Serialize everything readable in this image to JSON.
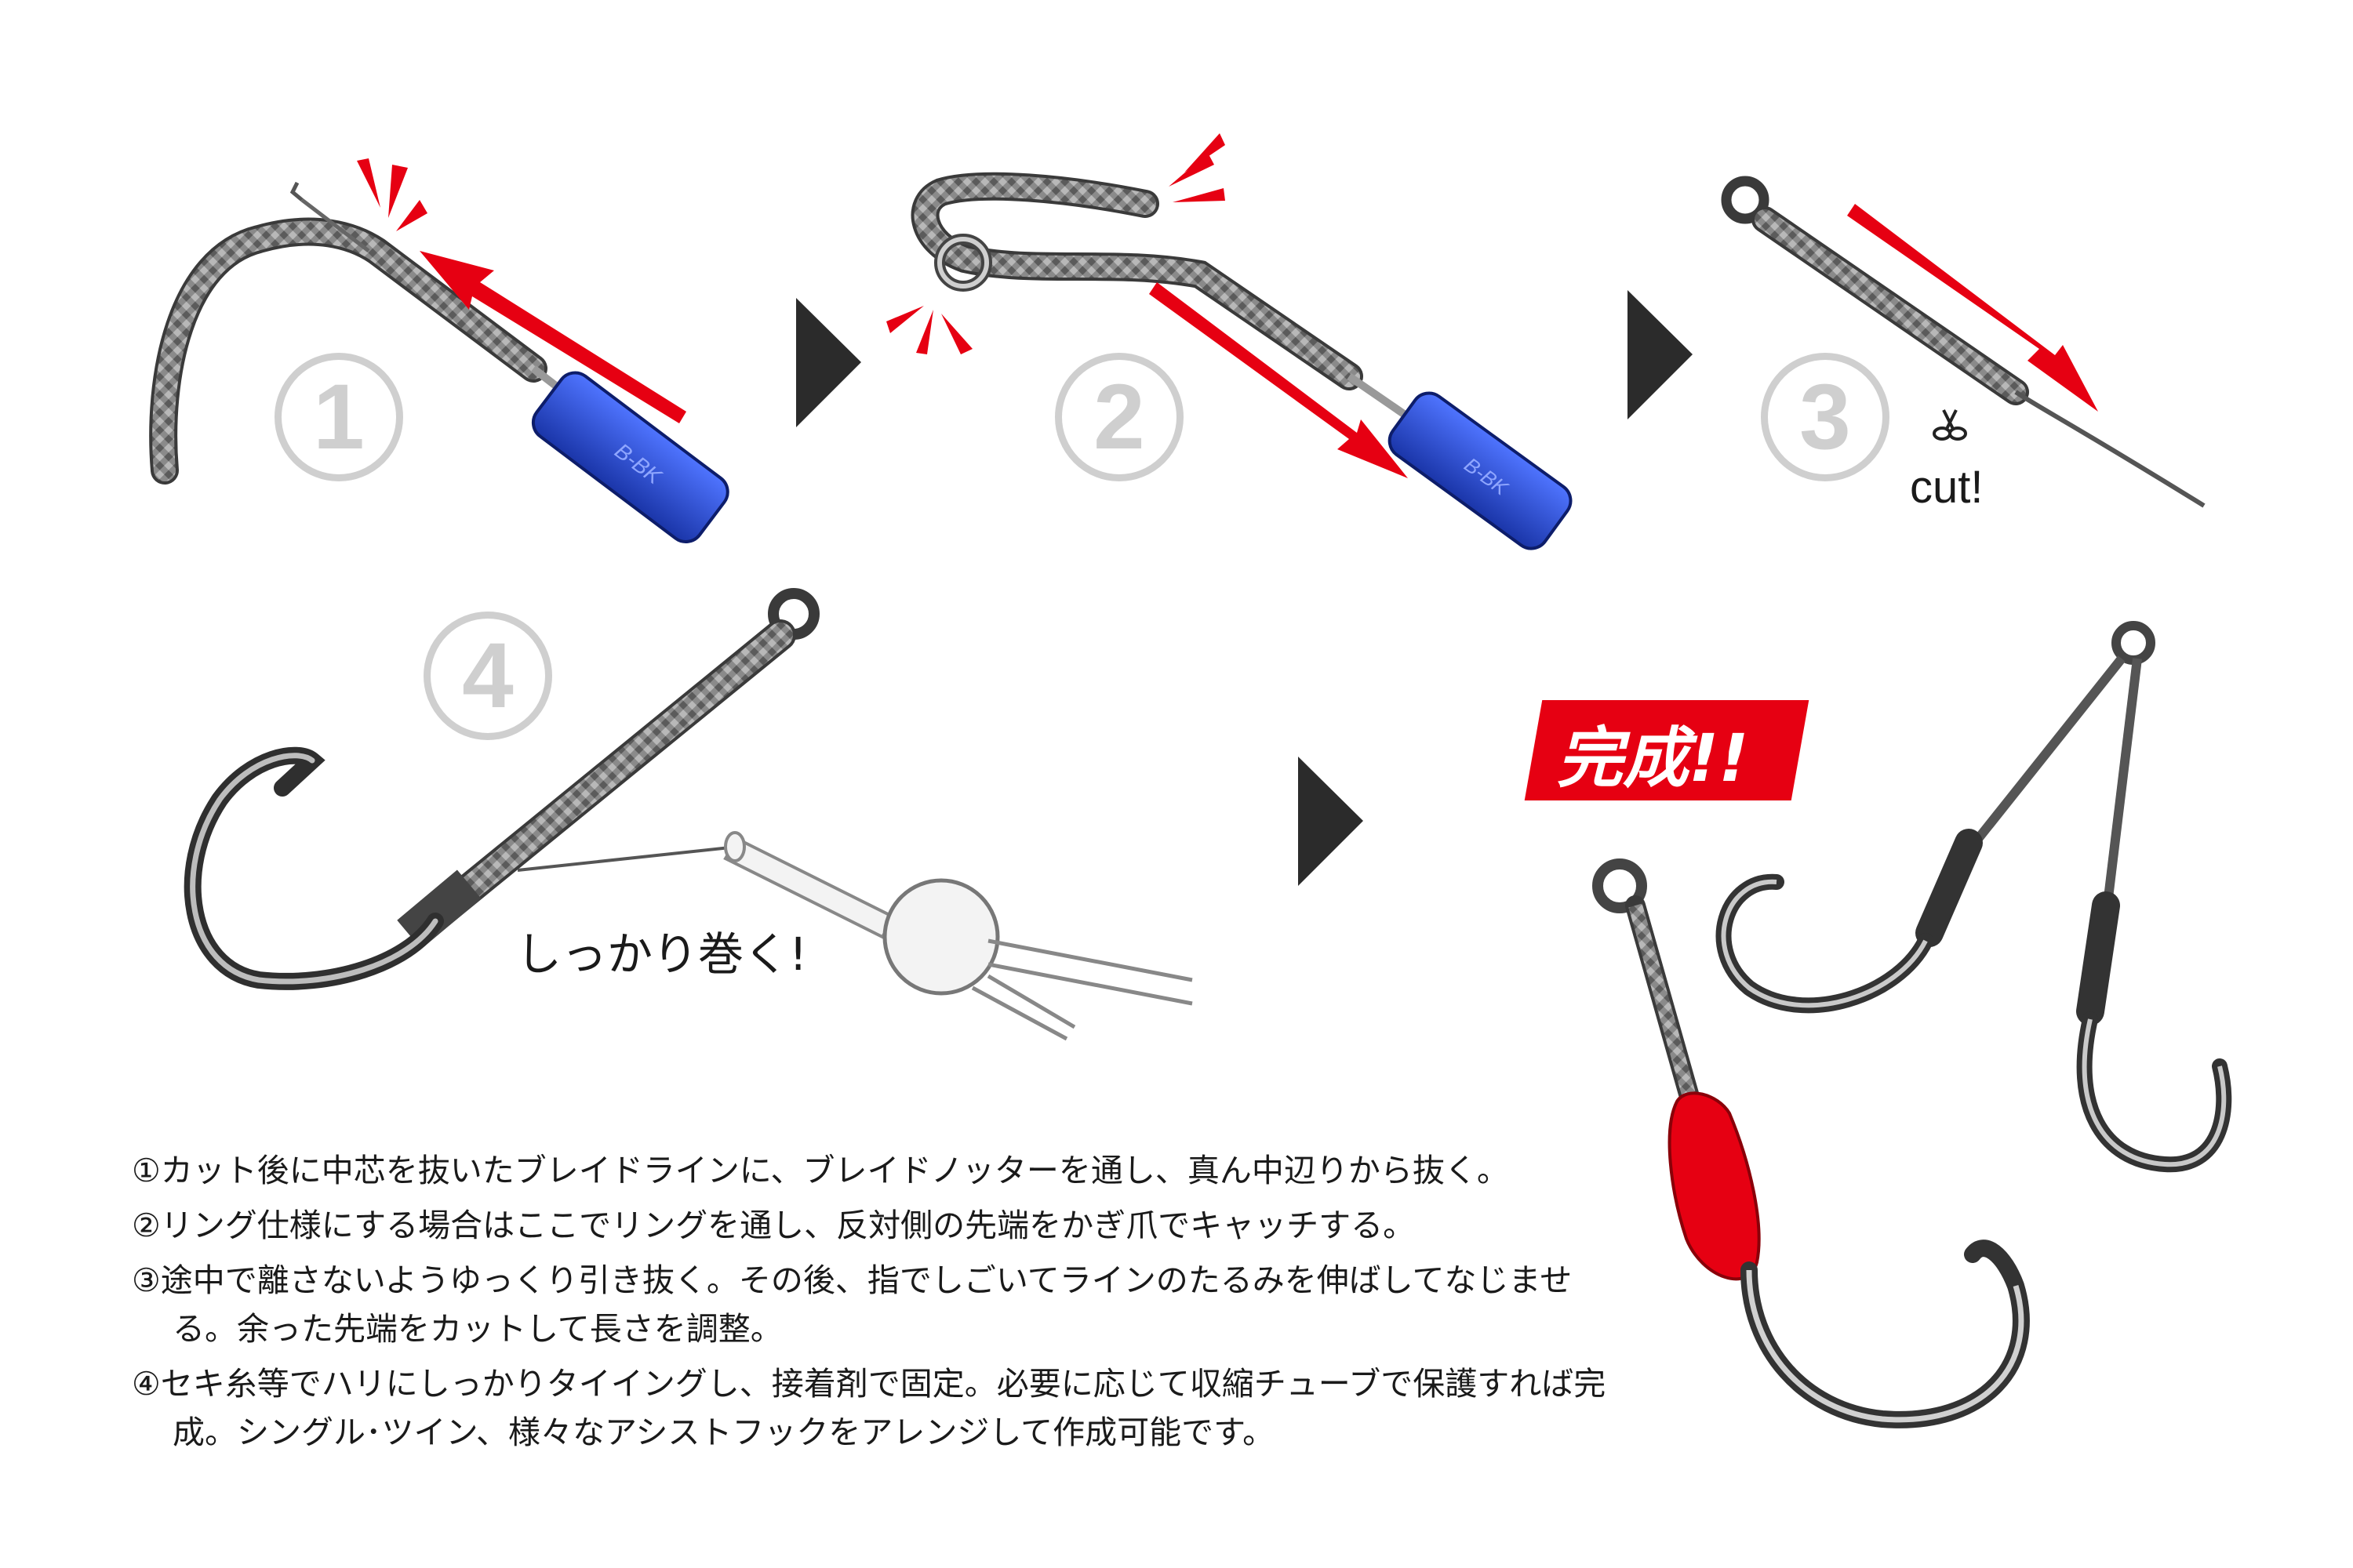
{
  "steps": [
    {
      "num": "1"
    },
    {
      "num": "2"
    },
    {
      "num": "3",
      "note": "cut!"
    },
    {
      "num": "4",
      "note": "しっかり巻く!"
    }
  ],
  "result_badge": "完成!!",
  "tool_label": "B-BK",
  "instructions": [
    "①カット後に中芯を抜いたブレイドラインに、ブレイドノッターを通し、真ん中辺りから抜く。",
    "②リング仕様にする場合はここでリングを通し、反対側の先端をかぎ爪でキャッチする。",
    "③途中で離さないようゆっくり引き抜く。その後、指でしごいてラインのたるみを伸ばしてなじませる。余った先端をカットして長さを調整。",
    "④セキ糸等でハリにしっかりタイイングし、接着剤で固定。必要に応じて収縮チューブで保護すれば完成。シングル･ツイン、様々なアシストフックをアレンジして作成可能です。"
  ],
  "colors": {
    "accent_red": "#e60012",
    "tool_blue": "#1e46c8",
    "braid": "#7a7a7a",
    "hook": "#3c3c3c",
    "circle": "#cfcfcf",
    "arrow_dark": "#2b2b2b"
  },
  "icons": [
    "scissors-icon",
    "next-arrow-icon"
  ]
}
